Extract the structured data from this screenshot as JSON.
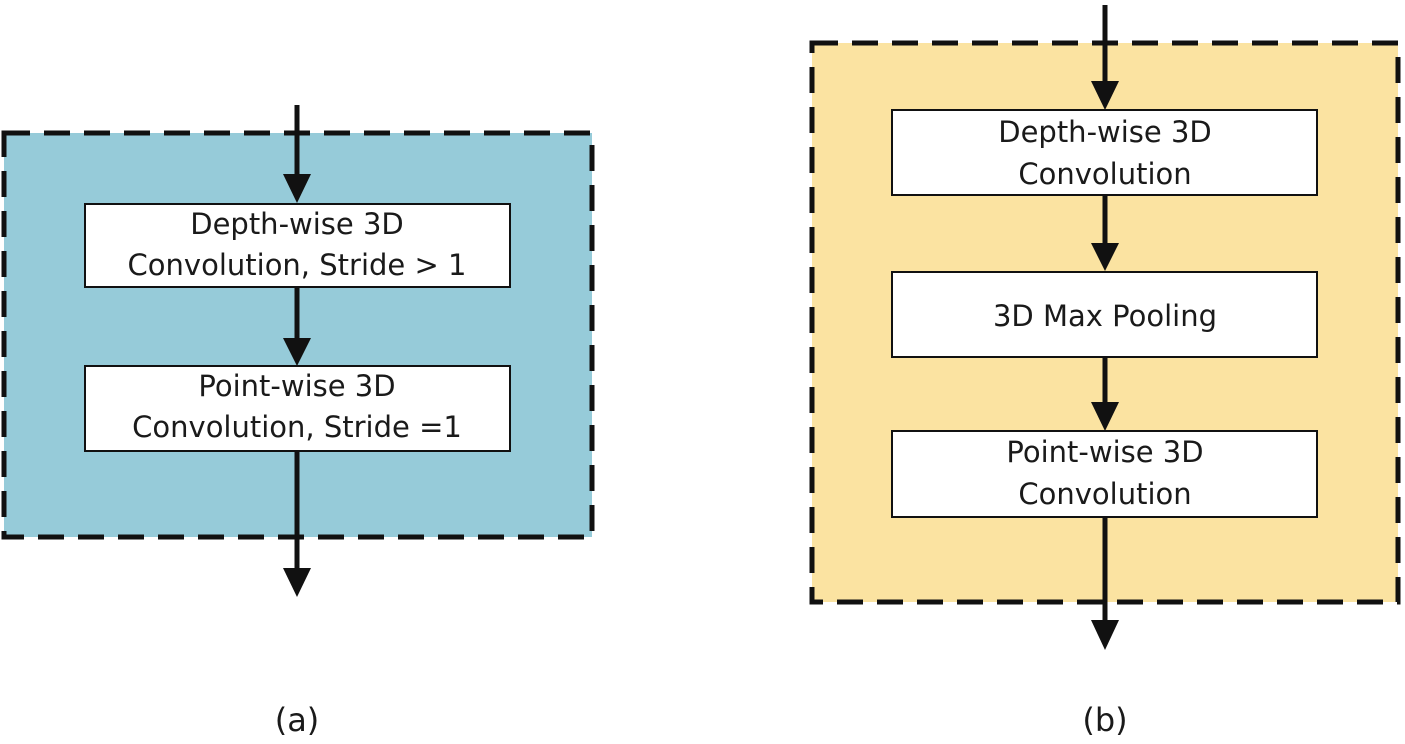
{
  "colors": {
    "panel_a_fill": "#96cbd9",
    "panel_b_fill": "#fbe3a1",
    "box_fill": "#ffffff",
    "stroke": "#111111"
  },
  "panel_a": {
    "caption": "(a)",
    "box1": {
      "line1": "Depth-wise 3D",
      "line2": "Convolution, Stride > 1"
    },
    "box2": {
      "line1": "Point-wise 3D",
      "line2": "Convolution, Stride =1"
    }
  },
  "panel_b": {
    "caption": "(b)",
    "box1": {
      "line1": "Depth-wise 3D",
      "line2": "Convolution"
    },
    "box2": {
      "line1": "3D Max Pooling"
    },
    "box3": {
      "line1": "Point-wise 3D",
      "line2": "Convolution"
    }
  }
}
